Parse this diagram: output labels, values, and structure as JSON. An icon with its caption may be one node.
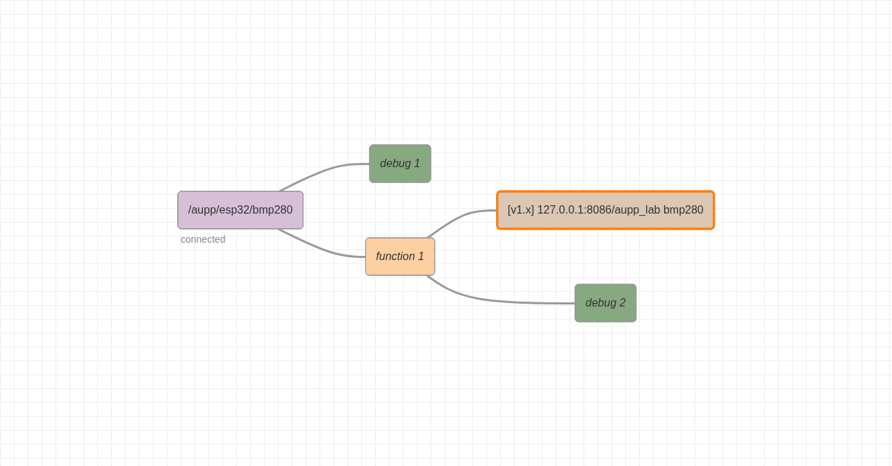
{
  "diagram": {
    "nodes": [
      {
        "text": [
          "/aupp/esp32/bmp280"
        ],
        "beside": [
          "connected"
        ]
      },
      {
        "text": [
          "debug 1"
        ]
      },
      {
        "text": [
          "function 1"
        ]
      },
      {
        "text": [
          "[v1.x] 127.0.0.1:8086/aupp_lab bmp280"
        ]
      },
      {
        "text": [
          "debug 2"
        ]
      }
    ],
    "edges": [
      {
        "from": 0,
        "to": 1,
        "arrow": "none"
      },
      {
        "from": 0,
        "to": 2,
        "arrow": "none"
      },
      {
        "from": 2,
        "to": 3,
        "arrow": "none"
      },
      {
        "from": 2,
        "to": 4,
        "arrow": "none"
      }
    ]
  }
}
